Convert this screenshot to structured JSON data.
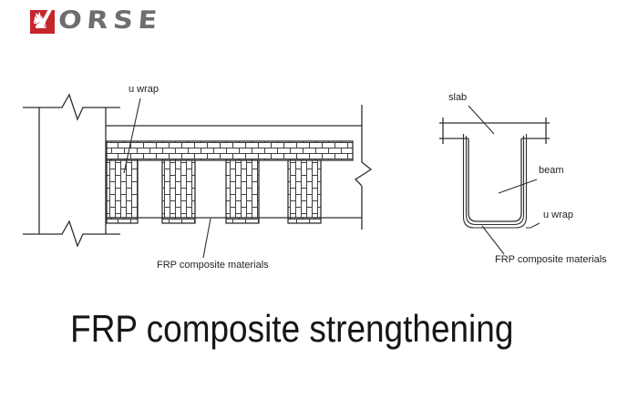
{
  "logo": {
    "brand": "HORSE",
    "letters": "ORSE",
    "knight_glyph": "♞",
    "red": "#c5262c",
    "gray": "#6d6e71"
  },
  "elevation_diagram": {
    "u_wrap_label": "u wrap",
    "frp_label": "FRP composite materials"
  },
  "section_diagram": {
    "slab_label": "slab",
    "beam_label": "beam",
    "u_wrap_label": "u wrap",
    "frp_label": "FRP composite materials"
  },
  "title": "FRP composite strengthening",
  "colors": {
    "line": "#2f2f2f",
    "hatch": "#3f3f3f",
    "text": "#1f1f1f"
  }
}
